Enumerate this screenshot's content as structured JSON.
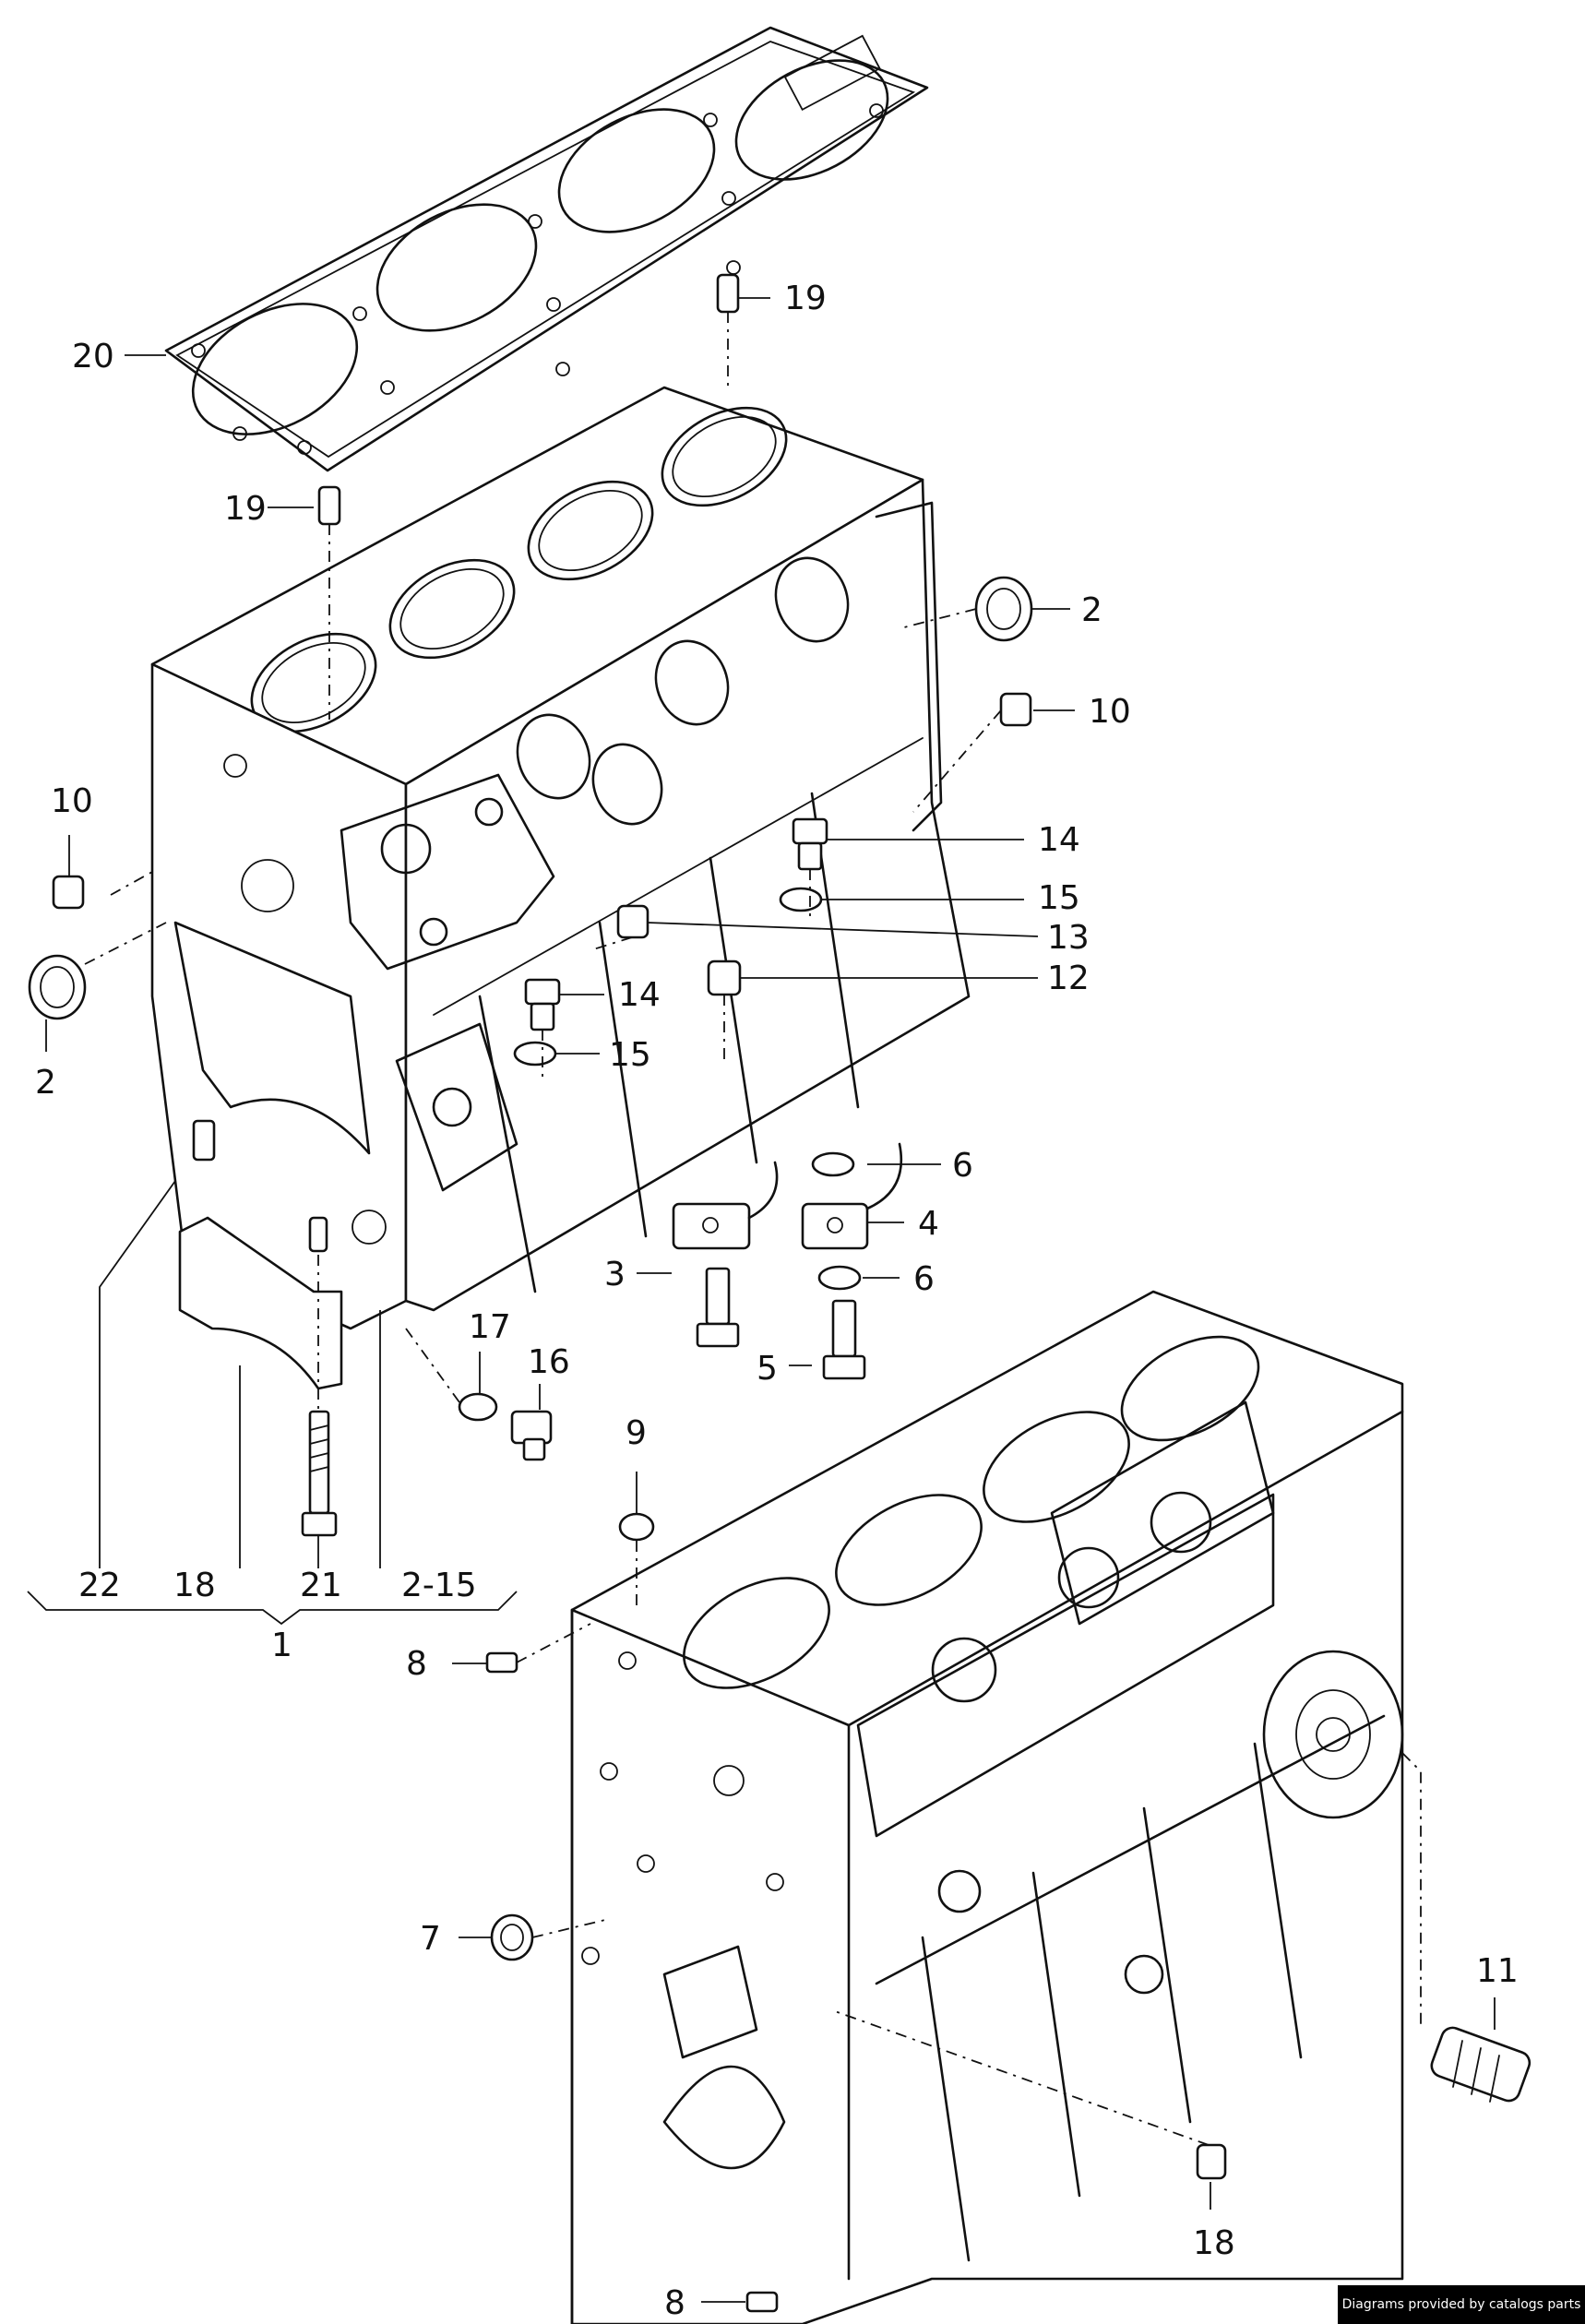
{
  "callouts": {
    "c1": "1",
    "c2_top": "2",
    "c2_left": "2",
    "c3": "3",
    "c4": "4",
    "c5": "5",
    "c6_top": "6",
    "c6_bottom": "6",
    "c7": "7",
    "c8_upper": "8",
    "c8_lower": "8",
    "c9": "9",
    "c10_right": "10",
    "c10_left": "10",
    "c11": "11",
    "c12": "12",
    "c13": "13",
    "c14_right": "14",
    "c14_mid": "14",
    "c15_right": "15",
    "c15_mid": "15",
    "c16": "16",
    "c17": "17",
    "c18_group": "18",
    "c18_lower": "18",
    "c19_top": "19",
    "c19_left": "19",
    "c20": "20",
    "c21": "21",
    "c22": "22",
    "c2_15": "2-15"
  },
  "footer": {
    "credit": "Diagrams provided by catalogs parts"
  }
}
